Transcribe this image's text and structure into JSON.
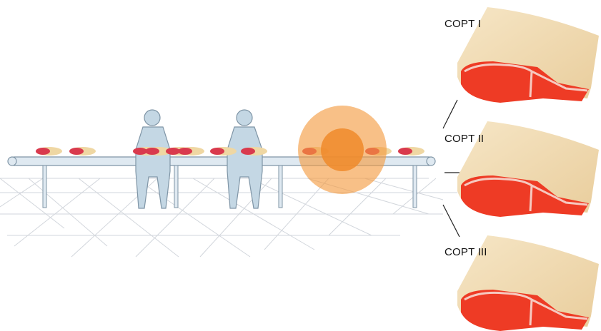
{
  "labels": [
    "COPT I",
    "COPT II",
    "COPT III"
  ],
  "colors": {
    "grid": "#d2d6dc",
    "belt_fill": "#dfe9f1",
    "belt_stroke": "#7f95a6",
    "worker_fill": "#c4d7e4",
    "worker_stroke": "#7f95a6",
    "meat_red": "#d93a4d",
    "fat_cream": "#efd7a3",
    "scanner_outer": "#f39a3e",
    "scanner_inner": "#f08a2a",
    "cut_fat": "#f0d6ad",
    "cut_meat": "#ee3b25",
    "cut_fat_line": "#f6c9c0"
  },
  "icons": [
    "worker-icon",
    "worker-icon",
    "scanner-icon"
  ]
}
